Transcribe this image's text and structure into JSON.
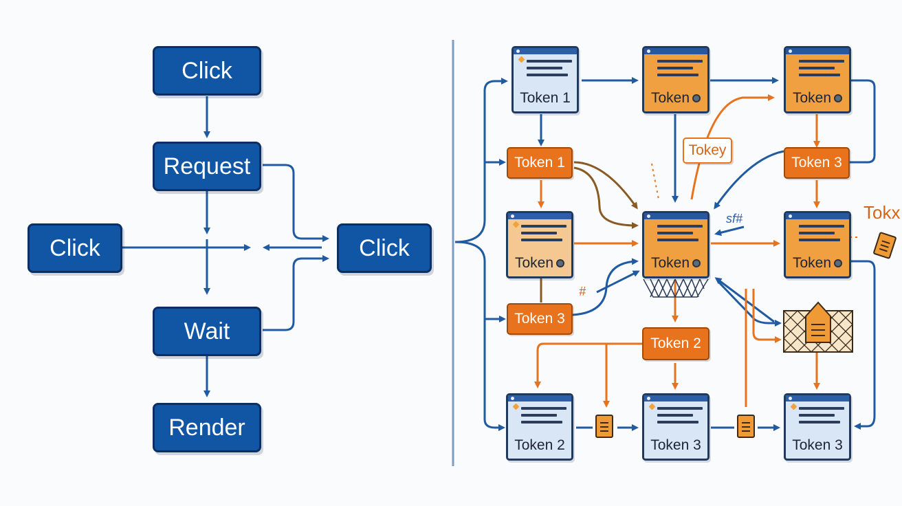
{
  "flow": {
    "click_top": "Click",
    "request": "Request",
    "click_left": "Click",
    "click_right": "Click",
    "wait": "Wait",
    "render": "Render"
  },
  "tokens": {
    "w_r1c1": "Token 1",
    "w_r1c2": "Token",
    "w_r1c3": "Token",
    "t_token1": "Token 1",
    "t_token3_right": "Token 3",
    "t_tokey": "Tokey",
    "w_r2c1": "Token",
    "w_center": "Token",
    "w_r2c3": "Token",
    "t_token3_left": "Token 3",
    "t_token2": "Token 2",
    "w_r3c1": "Token 2",
    "w_r3c2": "Token 3",
    "w_r3c3": "Token 3",
    "edge_tokx": "Tokx",
    "note_sf": "sf#",
    "note_hash": "#"
  },
  "colors": {
    "blue": "#1155a5",
    "orange": "#e8731c",
    "divider": "#7f9cc2"
  }
}
